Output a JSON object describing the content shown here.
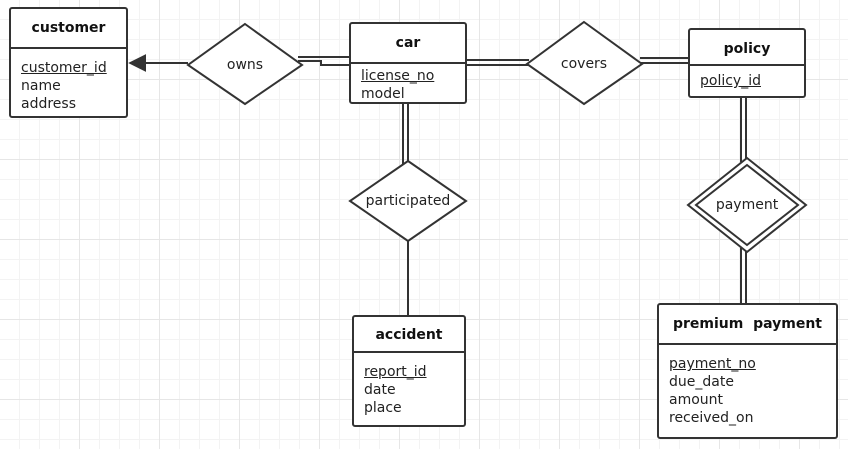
{
  "entities": {
    "customer": {
      "title": "customer",
      "attributes": [
        {
          "text": "customer_id",
          "key": true
        },
        {
          "text": "name",
          "key": false
        },
        {
          "text": "address",
          "key": false
        }
      ]
    },
    "car": {
      "title": "car",
      "attributes": [
        {
          "text": "license_no",
          "key": true
        },
        {
          "text": "model",
          "key": false
        }
      ]
    },
    "policy": {
      "title": "policy",
      "attributes": [
        {
          "text": "policy_id",
          "key": true
        }
      ]
    },
    "accident": {
      "title": "accident",
      "attributes": [
        {
          "text": "report_id",
          "key": true
        },
        {
          "text": "date",
          "key": false
        },
        {
          "text": "place",
          "key": false
        }
      ]
    },
    "premium_payment": {
      "title": "premium  payment",
      "attributes": [
        {
          "text": "payment_no",
          "key": true
        },
        {
          "text": "due_date",
          "key": false
        },
        {
          "text": "amount",
          "key": false
        },
        {
          "text": "received_on",
          "key": false
        }
      ]
    }
  },
  "relationships": {
    "owns": {
      "label": "owns",
      "identifying": false
    },
    "covers": {
      "label": "covers",
      "identifying": false
    },
    "participated": {
      "label": "participated",
      "identifying": false
    },
    "payment": {
      "label": "payment",
      "identifying": true
    }
  },
  "colors": {
    "stroke": "#333333",
    "grid": "#e6e6e6",
    "background": "#ffffff"
  }
}
